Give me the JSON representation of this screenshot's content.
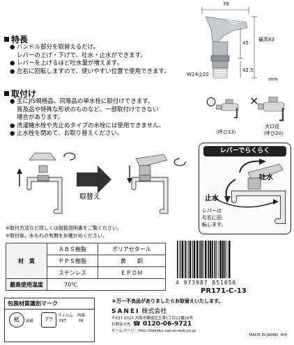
{
  "dims": {
    "width_top": "78",
    "height_total": "最高83",
    "height_upper": "45",
    "height_lower": "42.5",
    "thread": "W24山20",
    "unit": "mm"
  },
  "features": {
    "title": "特長",
    "bullets": [
      "ハンドル部分を取替えるだけ。",
      "レバーの上げ・下げで、吐水・止水ができます。",
      "レバーを上げるほど吐水量が増えます。",
      "左右に回転しますので、使いやすい位置で使用できます。"
    ],
    "bullet_symbols": [
      "●",
      "",
      "●",
      "●"
    ]
  },
  "install": {
    "title": "取付け",
    "bullets": [
      "主にJIS規格品、同等品の単水栓に取付けできます。",
      "普及品や特殊な形状のものなど、一部取付けできない",
      "場合があります。",
      "洗濯機水栓や先止めタイプの水栓には使用できません。",
      "止水栓を閉めて、お取り替えください。"
    ],
    "bullet_symbols": [
      "●",
      "",
      "",
      "●",
      "●"
    ],
    "ok_label": "〇",
    "ng_label": "×",
    "ok_caption": "（呼び13）",
    "ng_big": "大口径",
    "ng_caption": "（呼び20）",
    "replace_label": "取替え",
    "notes": [
      "※取付方法など詳しくは取扱説明書をご覧ください。",
      "※取付後、水もれの有無をお確かめください。"
    ]
  },
  "lever": {
    "title": "レバーでらくらく",
    "discharge": "吐水",
    "stop": "止水",
    "rotate_text": [
      "レバーは",
      "左右に回",
      "転します。"
    ]
  },
  "materials": {
    "label": "材　質",
    "rows": [
      [
        "ＡＢＳ樹脂",
        "ポリアセタール"
      ],
      [
        "ＰＰＳ樹脂",
        "黄　　銅"
      ],
      [
        "ステンレス",
        "ＥＰＤＭ"
      ]
    ],
    "max_temp_label": "最高使用温度",
    "max_temp_value": "70℃"
  },
  "barcode": {
    "digits": "4 973987 851056",
    "product_code": "PR171-C-13"
  },
  "packaging": {
    "title": "包装材質識別マーク",
    "paper_mark": "紙",
    "paper_label": "台紙",
    "plastic_mark": "プラ",
    "film_label": "フィルム",
    "film_material": "PET",
    "inner_label": "内袋",
    "inner_material": "PE"
  },
  "company": {
    "notice": "＊万一不良品がありましたらお取替えいたします。",
    "logo": "SANEI",
    "name": "株式会社",
    "address": "〒537-0023 大阪市東成区玉津1丁目12番29号",
    "phone_label": "お問合せ先",
    "phone": "0120-06-9721",
    "homepage": "ホームページ：http://kakaku.san-ei-web.co.jp",
    "made_in": "MADE IN JAPAN",
    "code_suffix": "AHJ"
  }
}
